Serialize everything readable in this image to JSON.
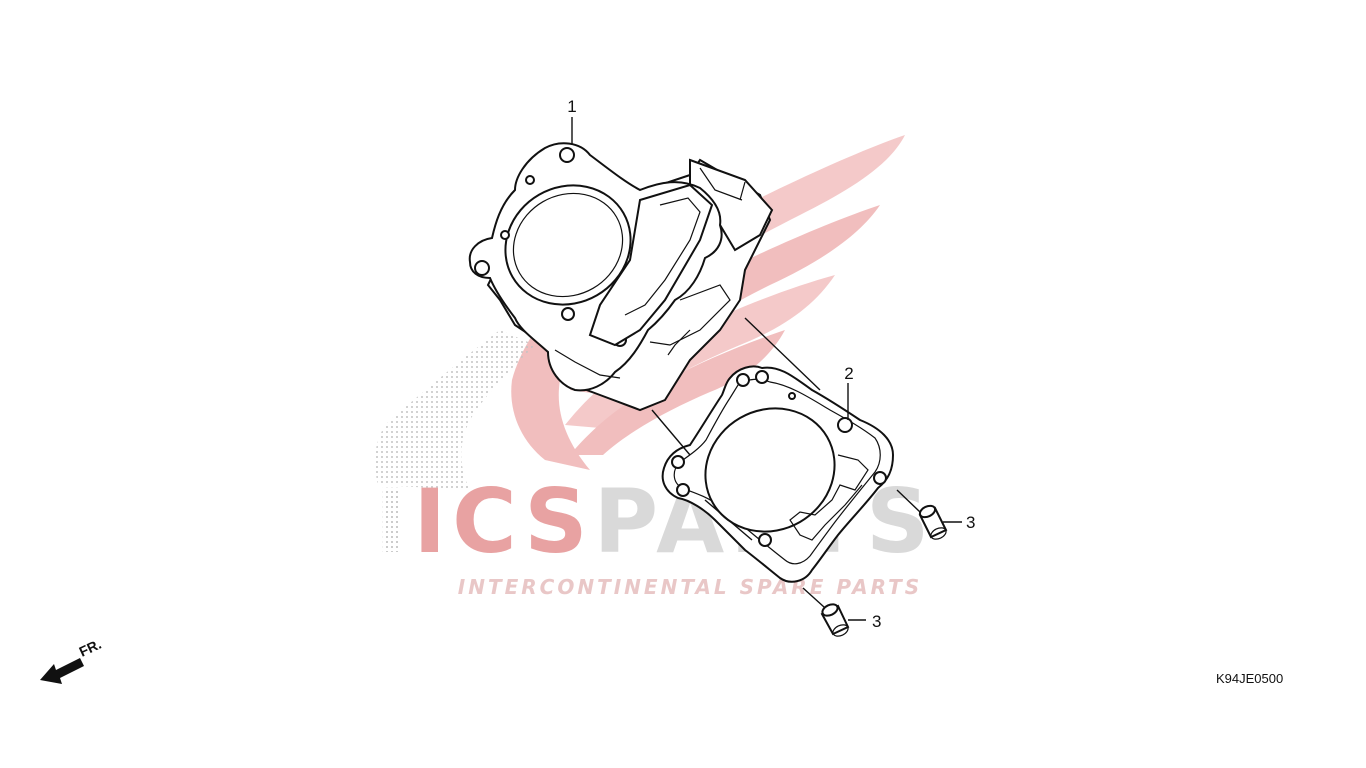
{
  "watermark": {
    "brand": "ICSPARTS",
    "brand_accent_prefix": "ICS",
    "brand_rest": "PARTS",
    "tagline": "INTERCONTINENTAL SPARE PARTS",
    "accent_color": "#e8a2a2",
    "gray_color": "#d9d9d9"
  },
  "callouts": [
    {
      "number": "1",
      "part": "cylinder"
    },
    {
      "number": "2",
      "part": "cylinder-gasket"
    },
    {
      "number": "3",
      "part": "dowel-pin"
    },
    {
      "number": "3",
      "part": "dowel-pin"
    }
  ],
  "direction_label": "FR.",
  "diagram_code": "K94JE0500"
}
